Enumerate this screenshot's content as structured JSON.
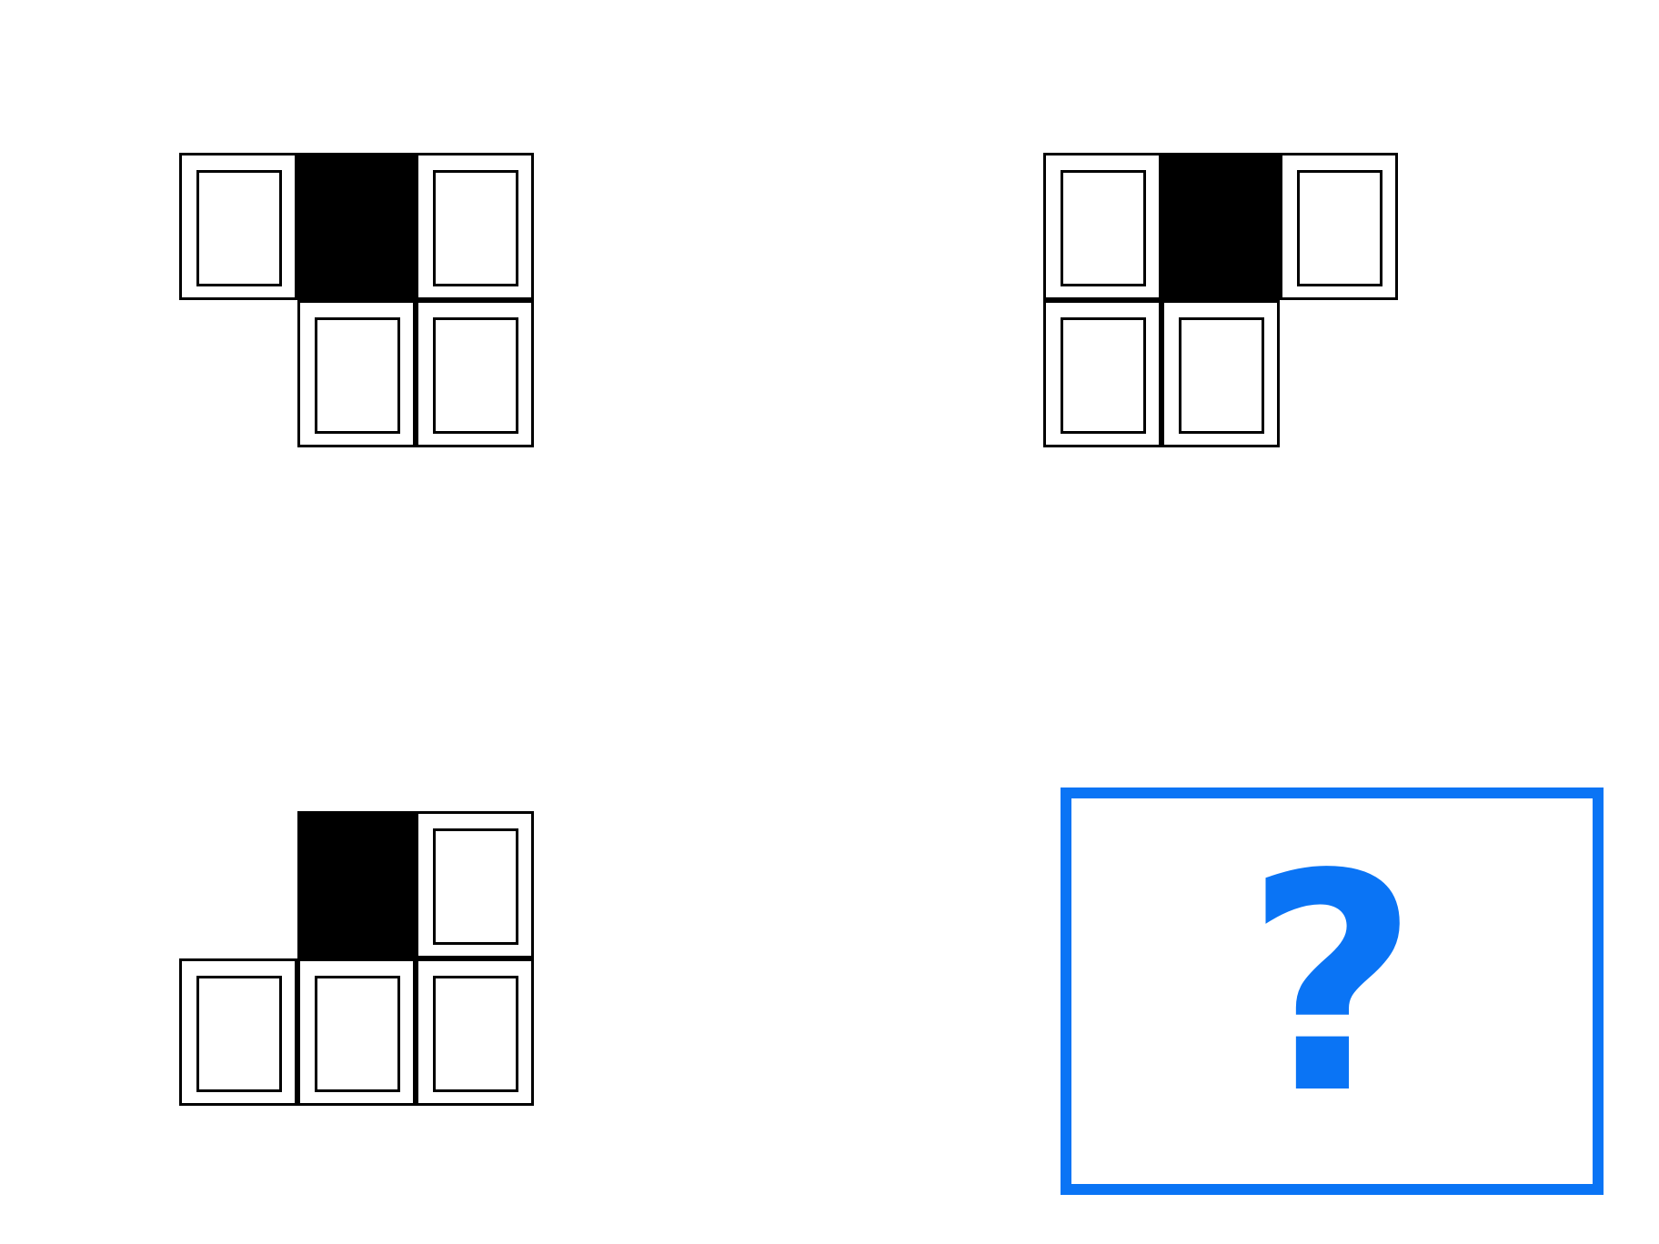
{
  "answer_box": {
    "symbol": "?",
    "color": "#0a74f5"
  },
  "panels": [
    {
      "id": "panel-1",
      "cells": [
        {
          "row": 0,
          "col": 0,
          "fill": "white"
        },
        {
          "row": 0,
          "col": 1,
          "fill": "black"
        },
        {
          "row": 0,
          "col": 2,
          "fill": "white"
        },
        {
          "row": 1,
          "col": 1,
          "fill": "white"
        },
        {
          "row": 1,
          "col": 2,
          "fill": "white"
        }
      ]
    },
    {
      "id": "panel-2",
      "cells": [
        {
          "row": 0,
          "col": 0,
          "fill": "white"
        },
        {
          "row": 0,
          "col": 1,
          "fill": "black"
        },
        {
          "row": 0,
          "col": 2,
          "fill": "white"
        },
        {
          "row": 1,
          "col": 0,
          "fill": "white"
        },
        {
          "row": 1,
          "col": 1,
          "fill": "white"
        }
      ]
    },
    {
      "id": "panel-3",
      "cells": [
        {
          "row": 0,
          "col": 1,
          "fill": "black"
        },
        {
          "row": 0,
          "col": 2,
          "fill": "white"
        },
        {
          "row": 1,
          "col": 0,
          "fill": "white"
        },
        {
          "row": 1,
          "col": 1,
          "fill": "white"
        },
        {
          "row": 1,
          "col": 2,
          "fill": "white"
        }
      ]
    }
  ]
}
